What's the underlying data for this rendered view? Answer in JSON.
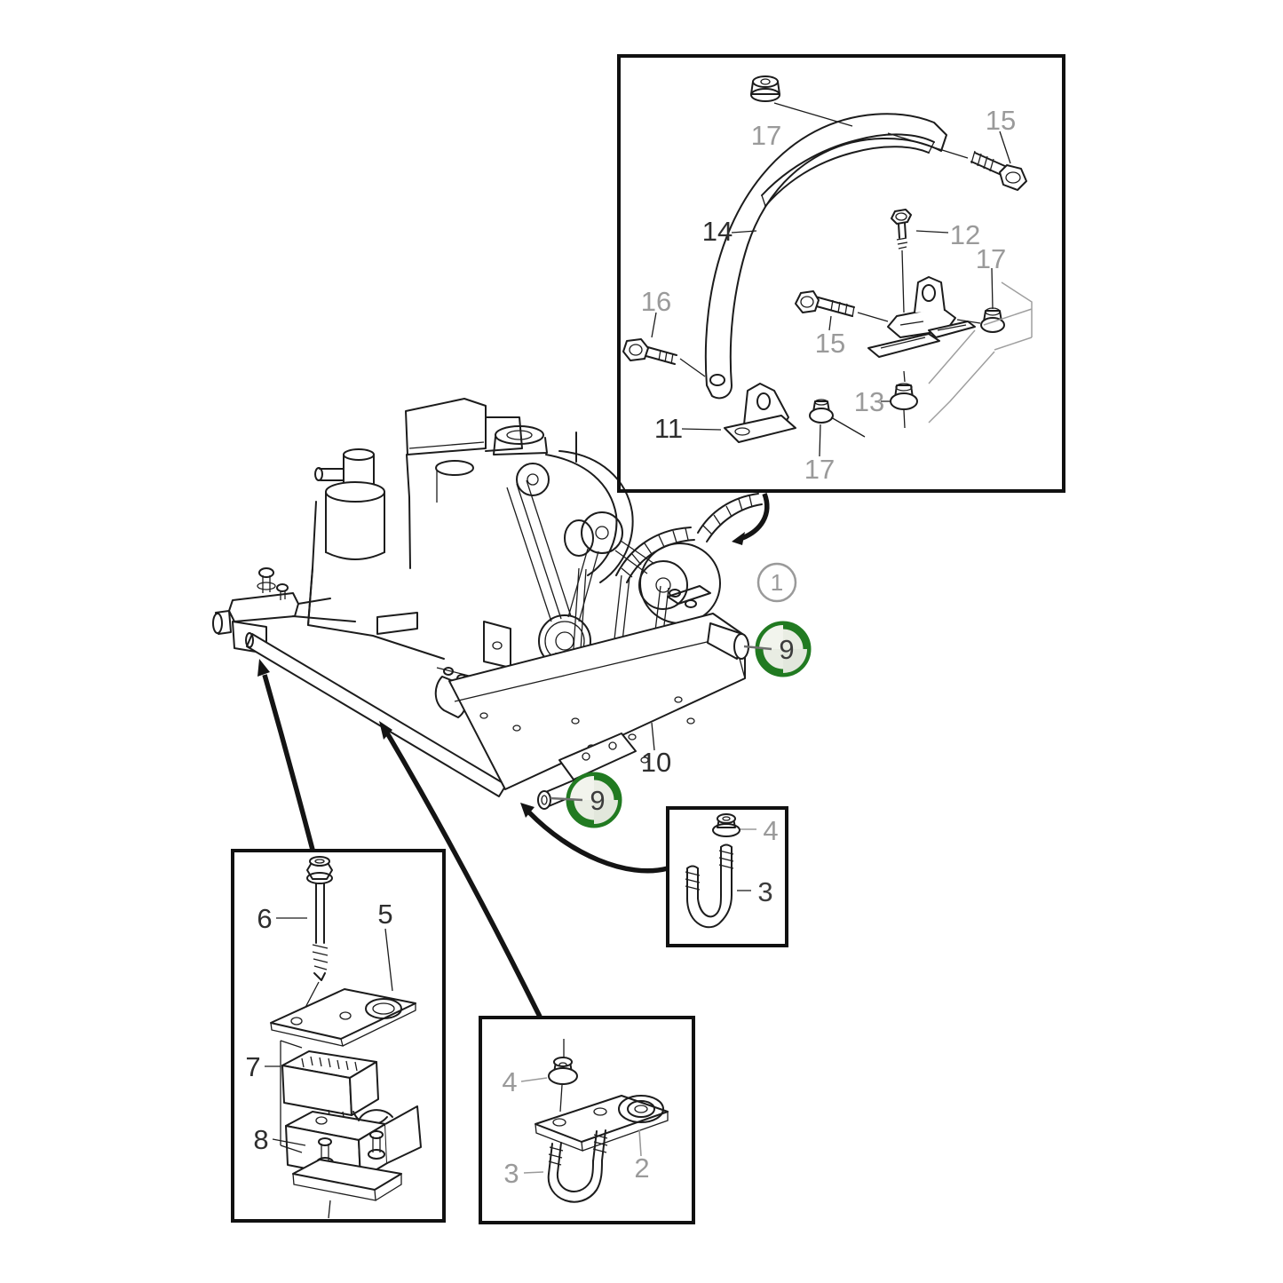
{
  "figure": {
    "background": "#ffffff",
    "line_color": "#1c1c1c",
    "muted_label_color": "#9a9a9a",
    "dark_label_color": "#2e2e2e",
    "highlight_ring_color": "#217a21",
    "highlight_fill_color": "#e9ede3"
  },
  "callouts": {
    "main": {
      "assembly_ref": "1",
      "damper_right": "9",
      "damper_bottom": "9",
      "engine_bed": "10"
    },
    "inset_top": {
      "nut_top": "17",
      "bolt_top_right": "15",
      "arm": "14",
      "screw": "12",
      "nut_right": "17",
      "bolt_left": "16",
      "bolt_middle": "15",
      "flange_nut": "13",
      "bracket": "11",
      "nut_bottom": "17"
    },
    "inset_clamp": {
      "bolt": "6",
      "strap": "5",
      "clamp_blocks": "7",
      "base_plate": "8"
    },
    "inset_ubolt": {
      "nut": "4",
      "u_bolt": "3"
    },
    "inset_bracket_ubolt": {
      "nut": "4",
      "u_bolt": "3",
      "bracket_arm": "2"
    }
  }
}
